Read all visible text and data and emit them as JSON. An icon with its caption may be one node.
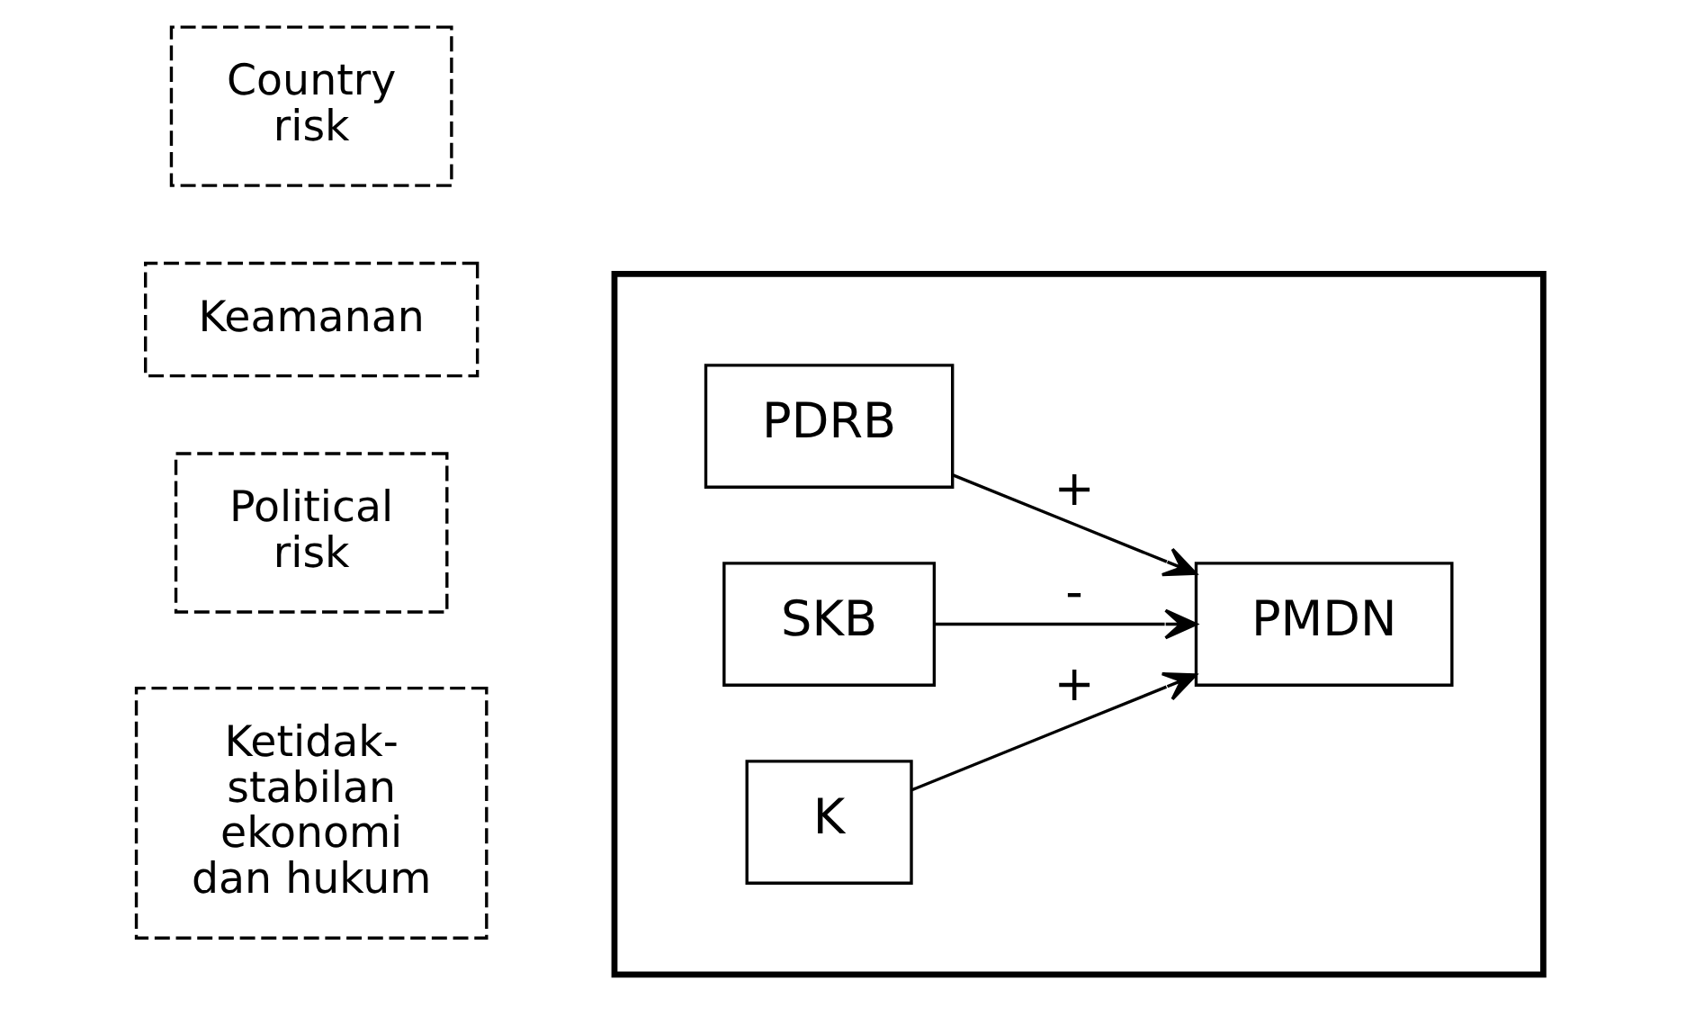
{
  "diagram": {
    "nodes": [
      {
        "text": [
          "Country risk"
        ]
      },
      {
        "text": [
          "Keamanan"
        ]
      },
      {
        "text": [
          "Political risk"
        ]
      },
      {
        "text": [
          "Ketidak- stabilan ekonomi dan hukum"
        ]
      },
      {
        "text": [],
        "shape": "box"
      },
      {
        "text": [
          "PDRB"
        ],
        "in": 4
      },
      {
        "text": [
          "SKB"
        ],
        "in": 4
      },
      {
        "text": [
          "K"
        ],
        "in": 4
      },
      {
        "text": [
          "PMDN"
        ],
        "in": 4
      }
    ],
    "edges": [
      {
        "from": 5,
        "to": 8,
        "arrow": "to",
        "label": "+"
      },
      {
        "from": 6,
        "to": 8,
        "arrow": "to",
        "label": "-"
      },
      {
        "from": 7,
        "to": 8,
        "arrow": "to",
        "label": "+"
      }
    ]
  }
}
